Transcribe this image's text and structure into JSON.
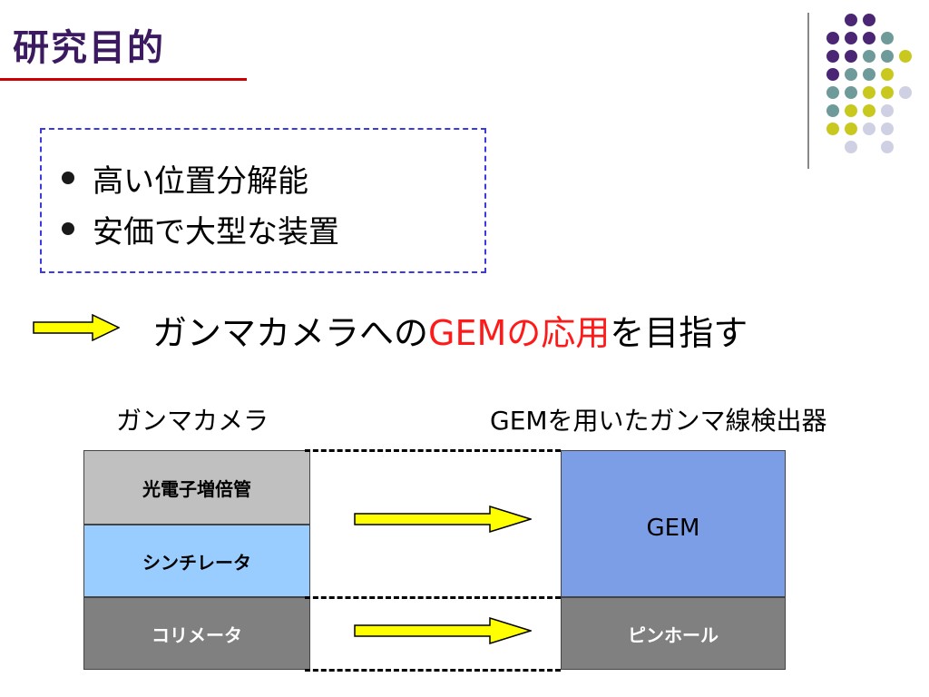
{
  "slide": {
    "title": "研究目的"
  },
  "bullets": [
    "高い位置分解能",
    "安価で大型な装置"
  ],
  "goal": {
    "prefix": "ガンマカメラへの",
    "highlight": "GEMの応用",
    "suffix": "を目指す"
  },
  "diagram": {
    "left_label": "ガンマカメラ",
    "right_label": "GEMを用いたガンマ線検出器",
    "left_blocks": [
      "光電子増倍管",
      "シンチレータ",
      "コリメータ"
    ],
    "right_blocks": [
      "GEM",
      "ピンホール"
    ]
  },
  "colors": {
    "title": "#3c1a60",
    "underline": "#cc0000",
    "highlight": "#ff1a1a",
    "arrow_fill": "#ffff00",
    "pmt": "#c0c0c0",
    "scintillator": "#99ccff",
    "collimator": "#808080",
    "gem": "#7b9ee6",
    "dot_purple": "#4b2675",
    "dot_teal": "#6f9a9a",
    "dot_yellow": "#c8c81e",
    "dot_lavender": "#d0d0e4"
  }
}
